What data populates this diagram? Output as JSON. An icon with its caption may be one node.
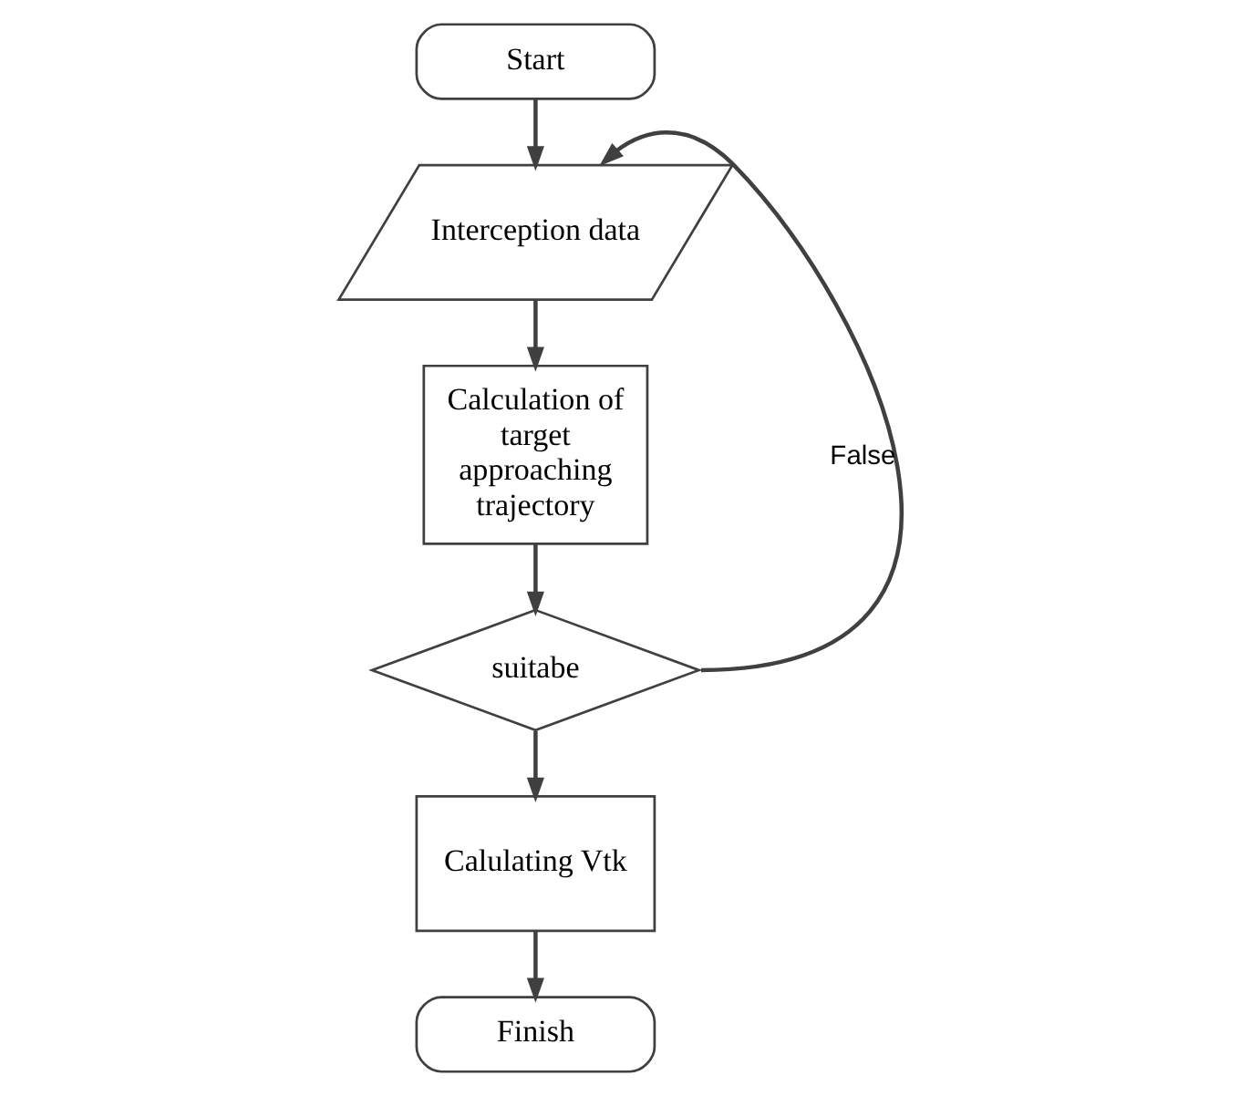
{
  "diagram": {
    "nodes": [
      {
        "text": [
          "Start"
        ]
      },
      {
        "text": [
          "Interception data"
        ]
      },
      {
        "text": [
          "Calculation of target approaching trajectory"
        ]
      },
      {
        "text": [
          "suitabe"
        ]
      },
      {
        "text": [
          "Calulating Vtk"
        ]
      },
      {
        "text": [
          "Finish"
        ]
      }
    ],
    "edges": [
      {
        "from": 0,
        "to": 1,
        "arrow": "to"
      },
      {
        "from": 1,
        "to": 2,
        "arrow": "to"
      },
      {
        "from": 2,
        "to": 3,
        "arrow": "to"
      },
      {
        "from": 3,
        "to": 4,
        "arrow": "to"
      },
      {
        "from": 3,
        "to": 1,
        "arrow": "to",
        "label": "False"
      },
      {
        "from": 4,
        "to": 5,
        "arrow": "to"
      }
    ]
  }
}
